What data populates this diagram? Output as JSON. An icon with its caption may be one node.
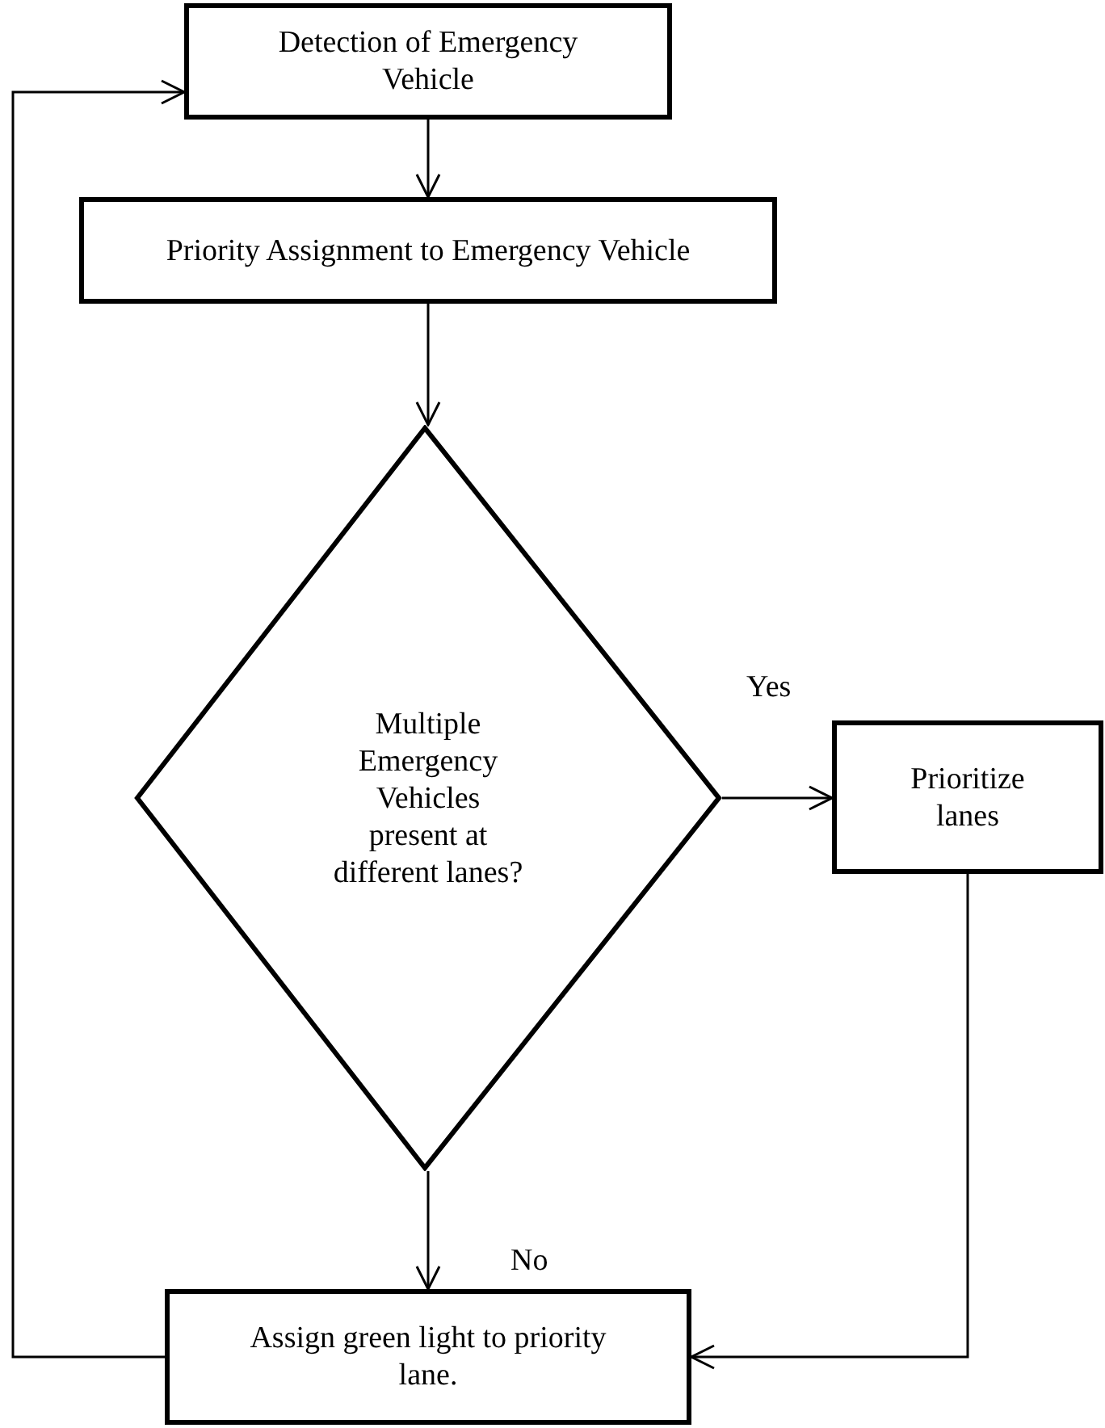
{
  "diagram": {
    "nodes": [
      {
        "text": [
          "Detection of Emergency Vehicle"
        ]
      },
      {
        "text": [
          "Priority Assignment to Emergency Vehicle"
        ]
      },
      {
        "text": [
          "Multiple Emergency Vehicles present at different lanes?"
        ]
      },
      {
        "text": [
          "Prioritize lanes"
        ]
      },
      {
        "text": [
          "Assign green light to priority lane."
        ]
      }
    ],
    "edges": [
      {
        "from": 0,
        "to": 1,
        "arrow": "to"
      },
      {
        "from": 1,
        "to": 2,
        "arrow": "to"
      },
      {
        "from": 2,
        "to": 3,
        "arrow": "to",
        "label": "Yes"
      },
      {
        "from": 2,
        "to": 4,
        "arrow": "to",
        "label": "No"
      },
      {
        "from": 3,
        "to": 4,
        "arrow": "to"
      },
      {
        "from": 4,
        "to": 0,
        "arrow": "to"
      }
    ]
  }
}
